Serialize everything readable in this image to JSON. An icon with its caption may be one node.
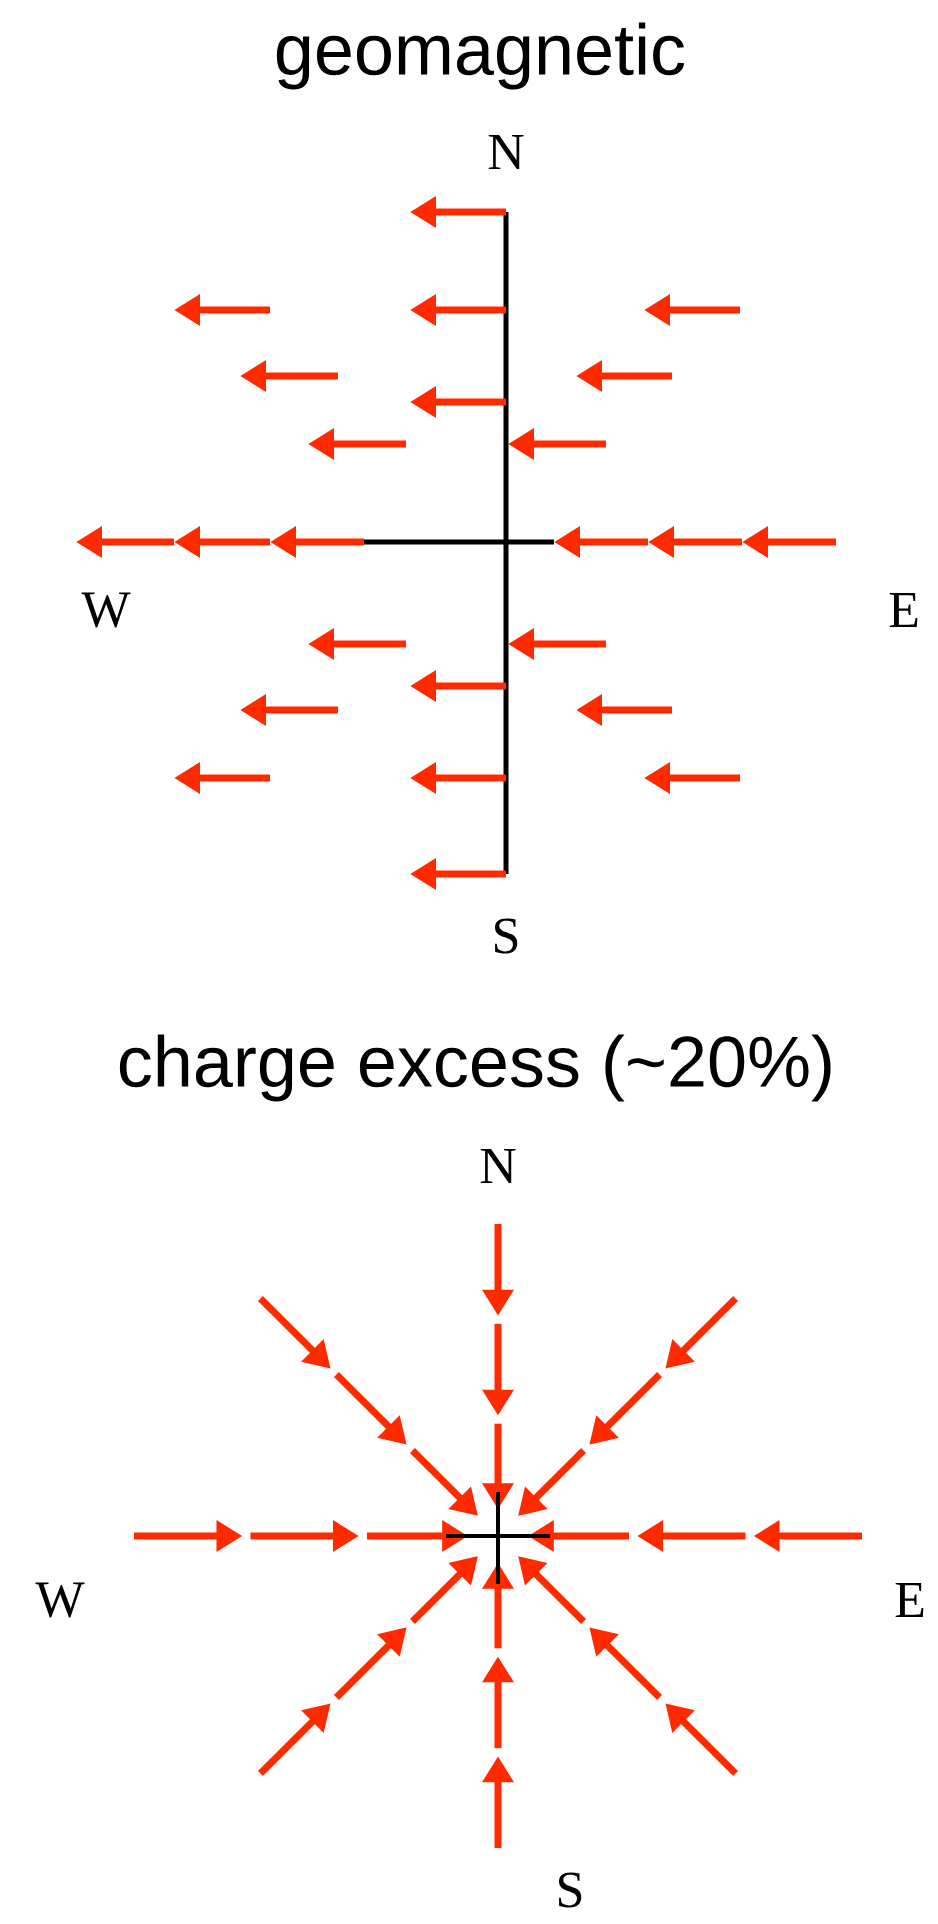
{
  "diagram": {
    "labels": [
      "geomagnetic",
      "N",
      "W",
      "E",
      "S",
      "charge excess (~20%)",
      "N",
      "W",
      "E",
      "S"
    ]
  }
}
